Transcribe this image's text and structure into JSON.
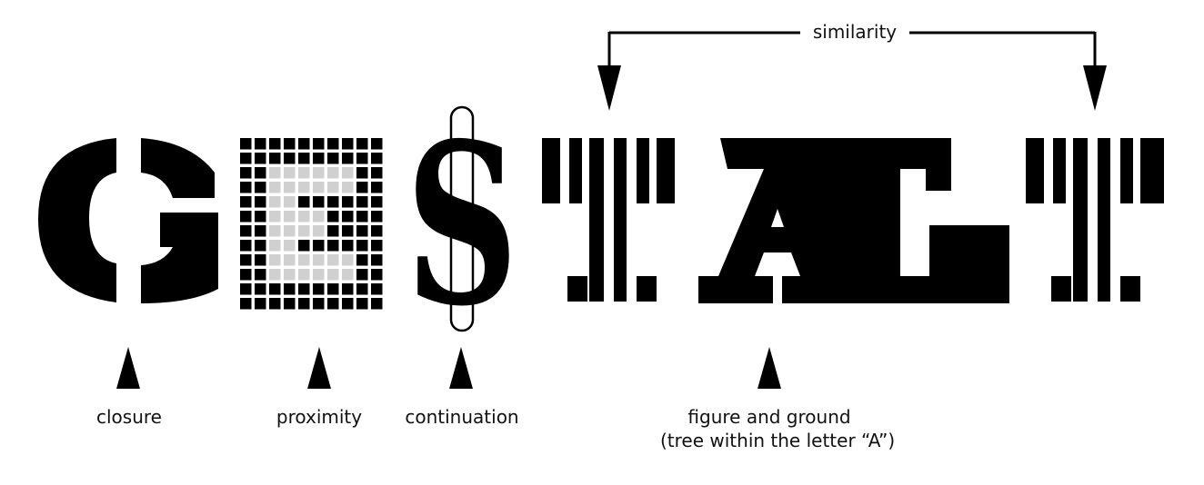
{
  "colors": {
    "ink": "#000000",
    "background": "#ffffff",
    "light_cell": "#d0d0d0"
  },
  "letters": [
    "G",
    "E",
    "S",
    "T",
    "A",
    "L",
    "T"
  ],
  "labels": {
    "closure": "closure",
    "proximity": "proximity",
    "continuation": "continuation",
    "figure_ground_line1": "figure and ground",
    "figure_ground_line2": "(tree within the letter “A”)",
    "similarity": "similarity"
  }
}
